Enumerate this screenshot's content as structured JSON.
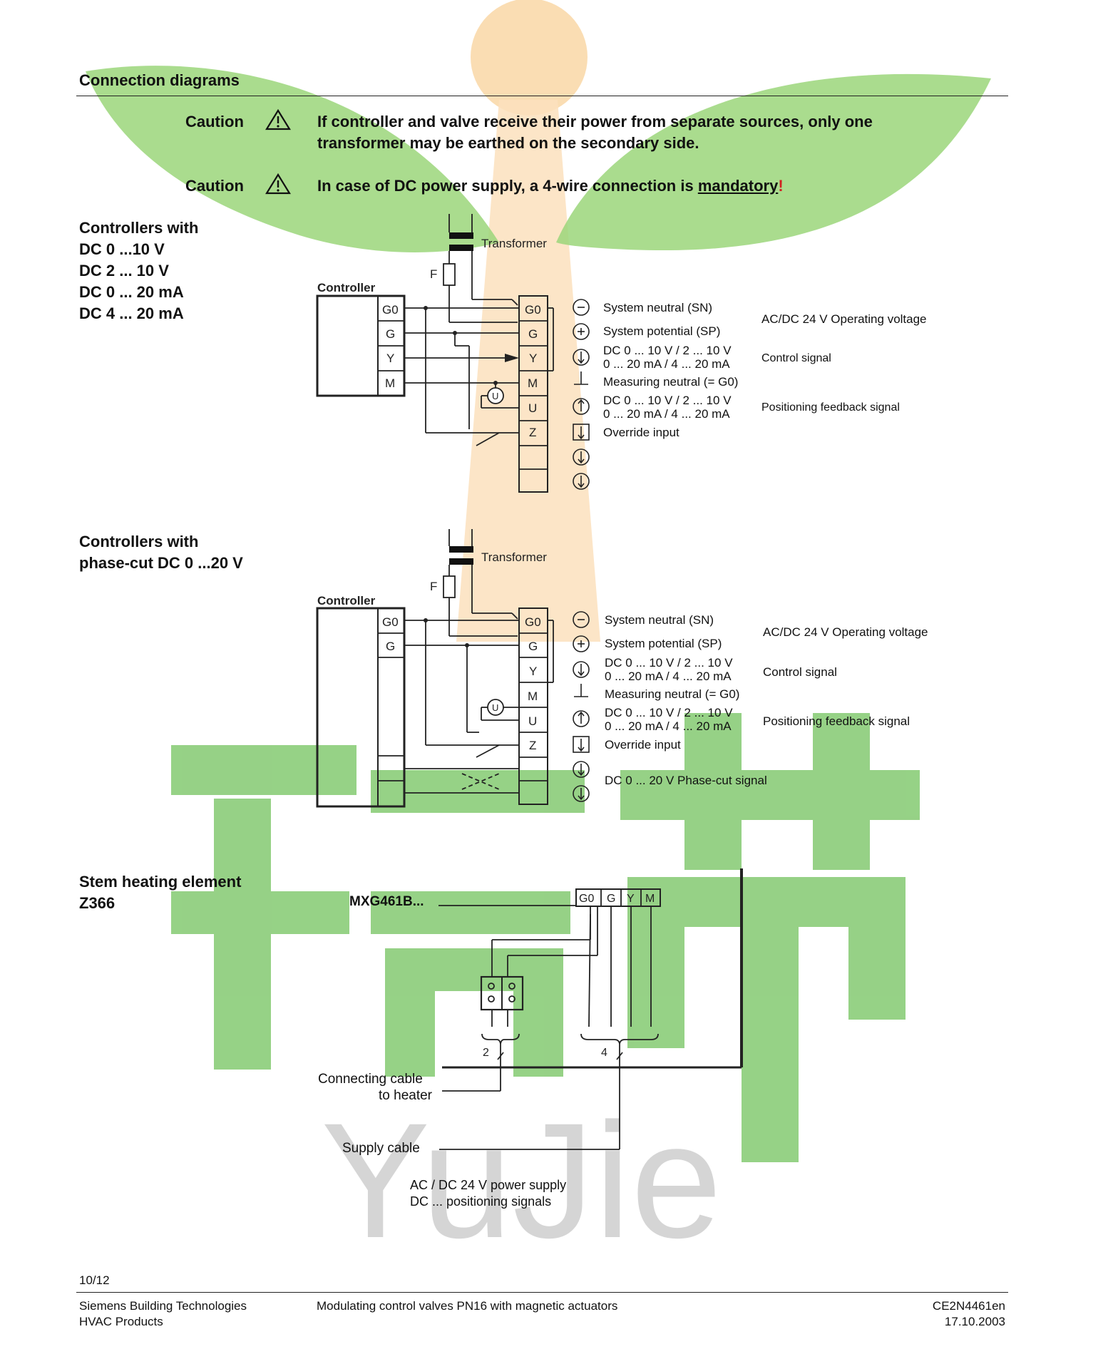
{
  "watermark": {
    "brand_latin": "YuJie",
    "leaf_color": "#8fd06a",
    "sun_color": "#f7c98a",
    "chinese_color": "#7cc96d",
    "text_color": "#cfcfcf"
  },
  "header": {
    "title": "Connection diagrams"
  },
  "cautions": [
    {
      "label": "Caution",
      "line1": "If controller and valve receive their power from separate sources, only one",
      "line2": "transformer may be earthed on the secondary side."
    },
    {
      "label": "Caution",
      "text_before": "In case of DC power supply, a 4-wire connection is ",
      "emph": "mandatory",
      "excl": "!"
    }
  ],
  "section1": {
    "heading_lines": [
      "Controllers with",
      "DC 0 ...10 V",
      "DC 2 ... 10 V",
      "DC 0 ... 20 mA",
      "DC 4 ... 20 mA"
    ],
    "transformer": "Transformer",
    "fuse": "F",
    "controller": "Controller",
    "controller_terminals": [
      "G0",
      "G",
      "Y",
      "M"
    ],
    "valve_terminals": [
      "G0",
      "G",
      "Y",
      "M",
      "U",
      "Z"
    ],
    "meter": "U",
    "legend": [
      {
        "lines": [
          "System neutral (SN)"
        ]
      },
      {
        "lines": [
          "System potential (SP)"
        ]
      },
      {
        "lines": [
          "DC 0 ... 10 V / 2 ... 10 V",
          "0 ... 20 mA / 4 ... 20 mA"
        ]
      },
      {
        "lines": [
          "Measuring neutral (= G0)"
        ]
      },
      {
        "lines": [
          "DC 0 ... 10 V / 2 ... 10 V",
          "0 ... 20 mA / 4 ... 20 mA"
        ]
      },
      {
        "lines": [
          "Override input"
        ]
      }
    ],
    "group_labels": [
      "AC/DC 24 V Operating voltage",
      "Control signal",
      "Positioning feedback signal"
    ]
  },
  "section2": {
    "heading_lines": [
      "Controllers with",
      "phase-cut DC 0 ...20 V"
    ],
    "transformer": "Transformer",
    "fuse": "F",
    "controller": "Controller",
    "controller_terminals": [
      "G0",
      "G"
    ],
    "valve_terminals": [
      "G0",
      "G",
      "Y",
      "M",
      "U",
      "Z"
    ],
    "meter": "U",
    "legend": [
      {
        "lines": [
          "System neutral (SN)"
        ]
      },
      {
        "lines": [
          "System potential (SP)"
        ]
      },
      {
        "lines": [
          "DC 0 ... 10 V / 2 ... 10 V",
          "0 ... 20 mA / 4 ... 20 mA"
        ]
      },
      {
        "lines": [
          "Measuring neutral (= G0)"
        ]
      },
      {
        "lines": [
          "DC 0 ... 10 V / 2 ... 10 V",
          "0 ... 20 mA / 4 ... 20 mA"
        ]
      },
      {
        "lines": [
          "Override input"
        ]
      },
      {
        "lines": [
          "DC 0 ... 20 V Phase-cut signal"
        ]
      }
    ],
    "group_labels": [
      "AC/DC 24 V Operating voltage",
      "Control signal",
      "Positioning feedback signal"
    ]
  },
  "section3": {
    "heading_lines": [
      "Stem heating element",
      "Z366"
    ],
    "model": "MXG461B...",
    "terminals": [
      "G0",
      "G",
      "Y",
      "M"
    ],
    "count_heater": "2",
    "count_supply": "4",
    "connecting_cable": [
      "Connecting cable",
      "to heater"
    ],
    "supply_cable": "Supply cable",
    "power_lines": [
      "AC / DC 24 V power supply",
      "DC ...  positioning signals"
    ]
  },
  "footer": {
    "page": "10/12",
    "company_line1": "Siemens Building Technologies",
    "company_line2": "HVAC Products",
    "doc_title": "Modulating control valves PN16 with magnetic actuators",
    "doc_number": "CE2N4461en",
    "date": "17.10.2003"
  }
}
